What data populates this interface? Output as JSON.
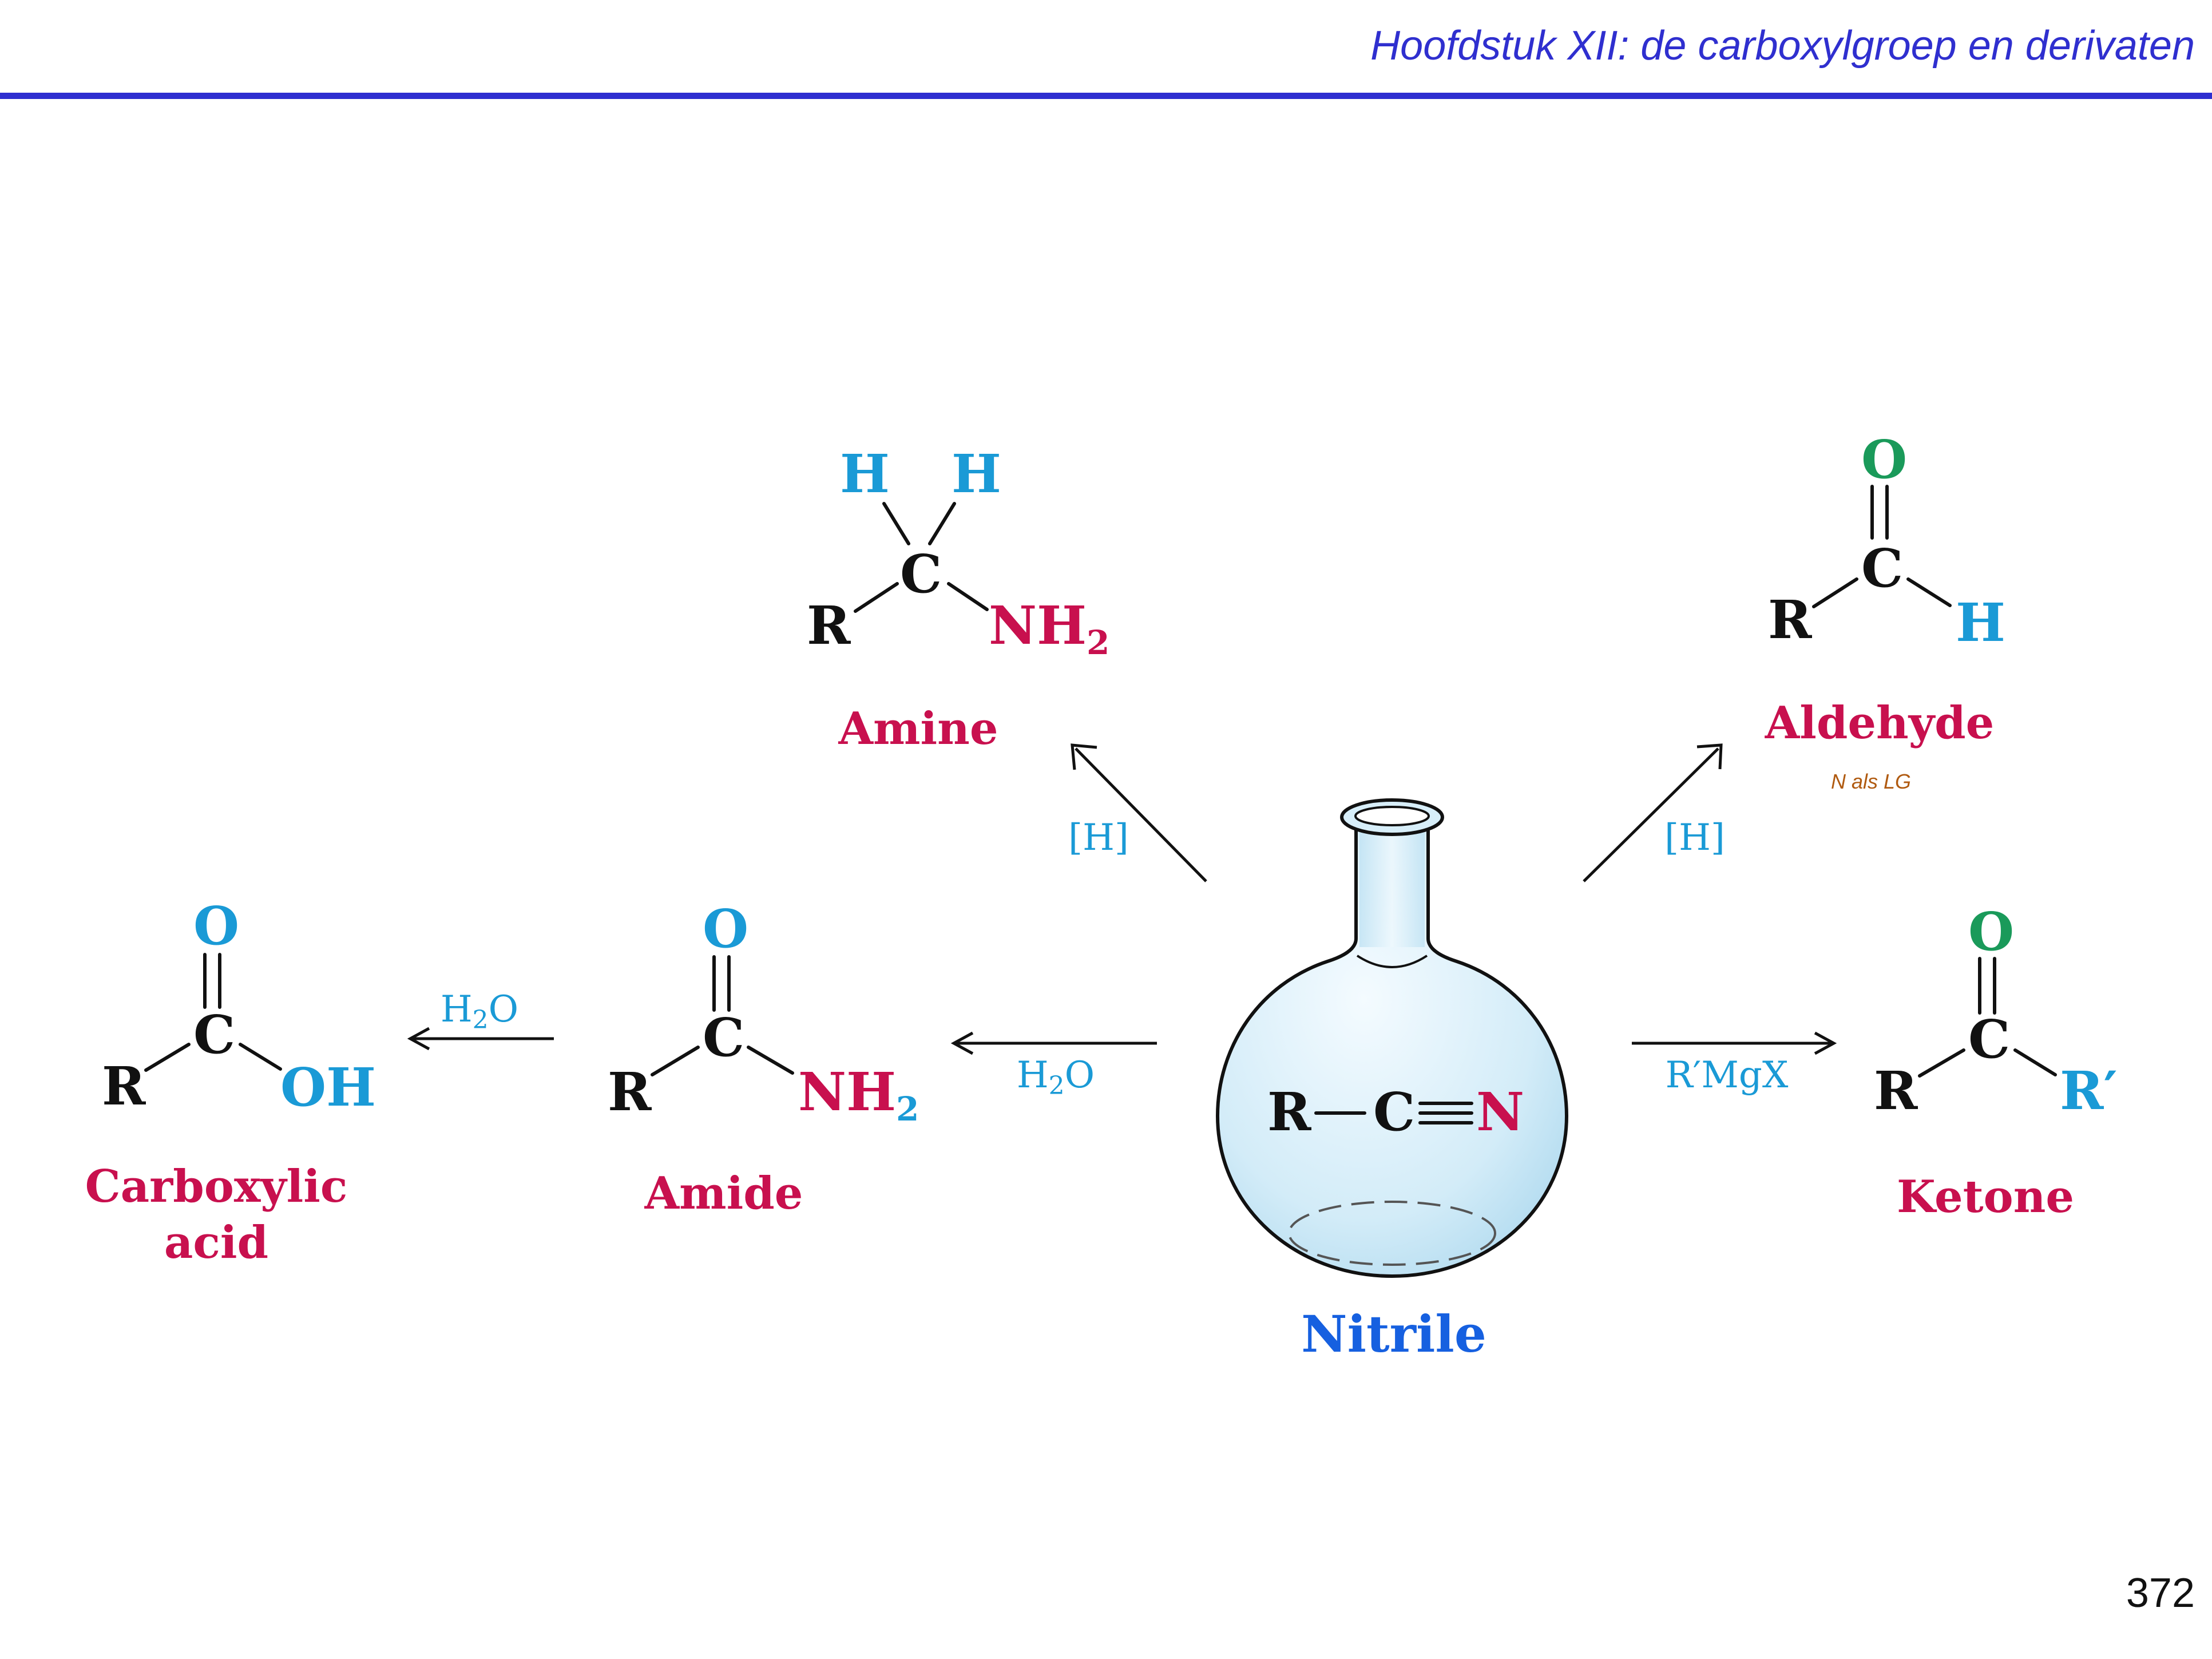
{
  "header": {
    "title": "Hoofdstuk XII: de carboxylgroep en derivaten",
    "rule_color": "#2e2ed0",
    "title_color": "#2f2fcf"
  },
  "page_number": "372",
  "colors": {
    "label_magenta": "#c8104e",
    "reagent_cyan": "#1a9ad6",
    "oxygen_green": "#1a9a5a",
    "nitrile_blue": "#1660e0",
    "handwriting_brown": "#b05a10"
  },
  "nitrile": {
    "label": "Nitrile",
    "formula": {
      "R": "R",
      "C": "C",
      "N": "N"
    }
  },
  "amine": {
    "label": "Amine",
    "atoms": {
      "H1": "H",
      "H2": "H",
      "C": "C",
      "R": "R",
      "NH": "NH",
      "sub": "2"
    },
    "reagent": "[H]"
  },
  "aldehyde": {
    "label": "Aldehyde",
    "atoms": {
      "O": "O",
      "C": "C",
      "R": "R",
      "H": "H"
    },
    "reagent": "[H]",
    "handwritten_note": "N als LG"
  },
  "ketone": {
    "label": "Ketone",
    "atoms": {
      "O": "O",
      "C": "C",
      "R": "R",
      "R2": "R′"
    },
    "reagent": "R′MgX"
  },
  "amide": {
    "label": "Amide",
    "atoms": {
      "O": "O",
      "C": "C",
      "R": "R",
      "NH": "NH",
      "sub": "2"
    },
    "reagent": {
      "H": "H",
      "sub": "2",
      "O": "O"
    }
  },
  "carboxylic_acid": {
    "label_line1": "Carboxylic",
    "label_line2": "acid",
    "atoms": {
      "O": "O",
      "C": "C",
      "R": "R",
      "OH": "OH"
    },
    "reagent": {
      "H": "H",
      "sub": "2",
      "O": "O"
    }
  }
}
